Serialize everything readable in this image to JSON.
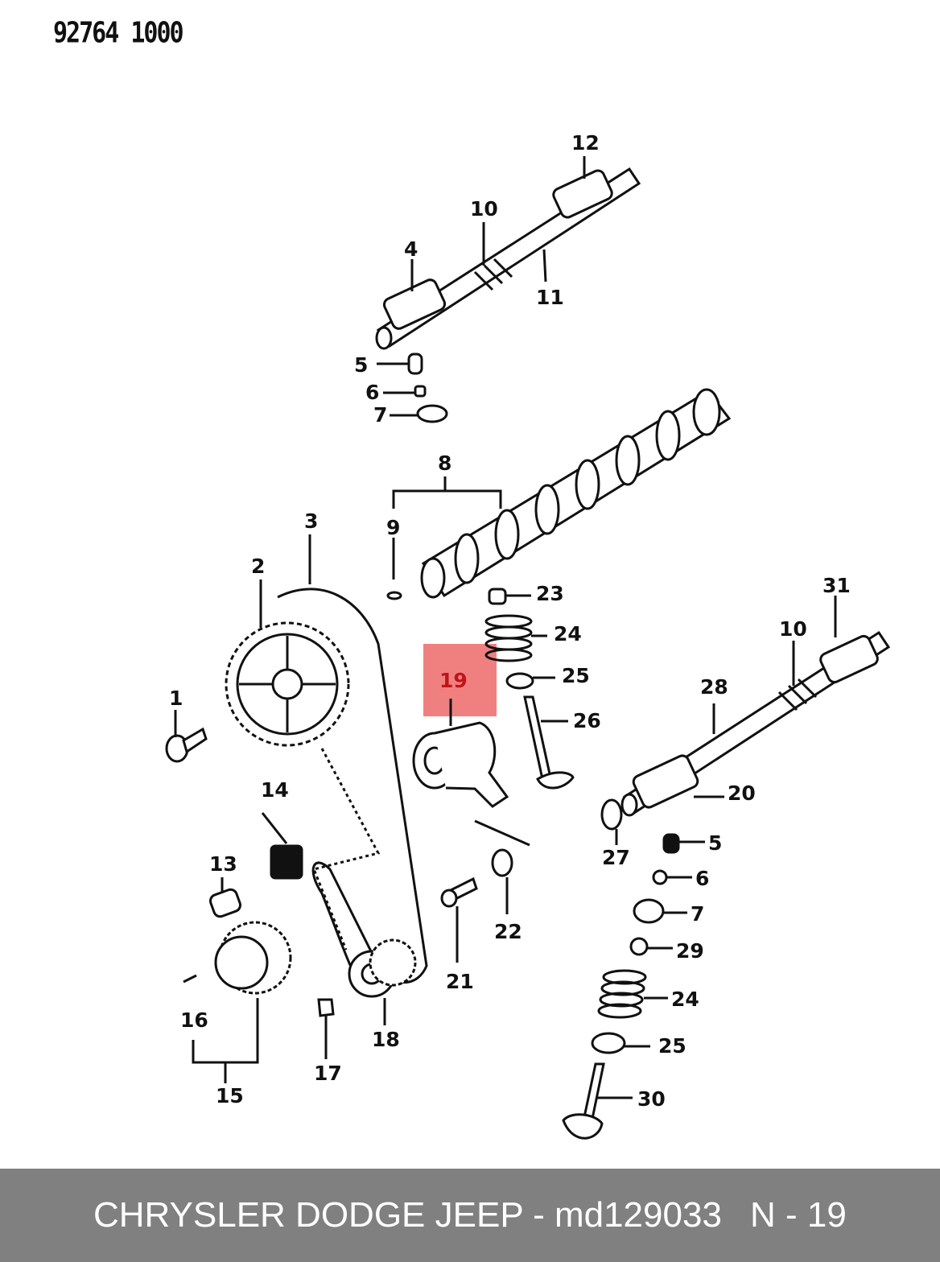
{
  "document_code": "92764 1000",
  "highlight_color": "#f08080",
  "callouts": {
    "c1": "1",
    "c2": "2",
    "c3": "3",
    "c4": "4",
    "c5a": "5",
    "c5b": "5",
    "c6a": "6",
    "c6b": "6",
    "c7a": "7",
    "c7b": "7",
    "c8": "8",
    "c9": "9",
    "c10a": "10",
    "c10b": "10",
    "c11": "11",
    "c12": "12",
    "c13": "13",
    "c14": "14",
    "c15": "15",
    "c16": "16",
    "c17": "17",
    "c18": "18",
    "c19": "19",
    "c20": "20",
    "c21": "21",
    "c22": "22",
    "c23": "23",
    "c24a": "24",
    "c24b": "24",
    "c25a": "25",
    "c25b": "25",
    "c26": "26",
    "c27": "27",
    "c28": "28",
    "c29": "29",
    "c30": "30",
    "c31": "31"
  },
  "footer": {
    "title": "CHRYSLER DODGE JEEP - md129033",
    "page": "N - 19"
  }
}
